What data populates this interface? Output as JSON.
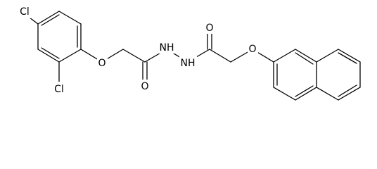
{
  "atoms": {
    "cl_top": "Cl",
    "cl_bottom": "Cl",
    "o_ether_left": "O",
    "o_carbonyl_left": "O",
    "nh_left": "NH",
    "nh_right": "NH",
    "o_carbonyl_right": "O",
    "o_ether_right": "O"
  }
}
